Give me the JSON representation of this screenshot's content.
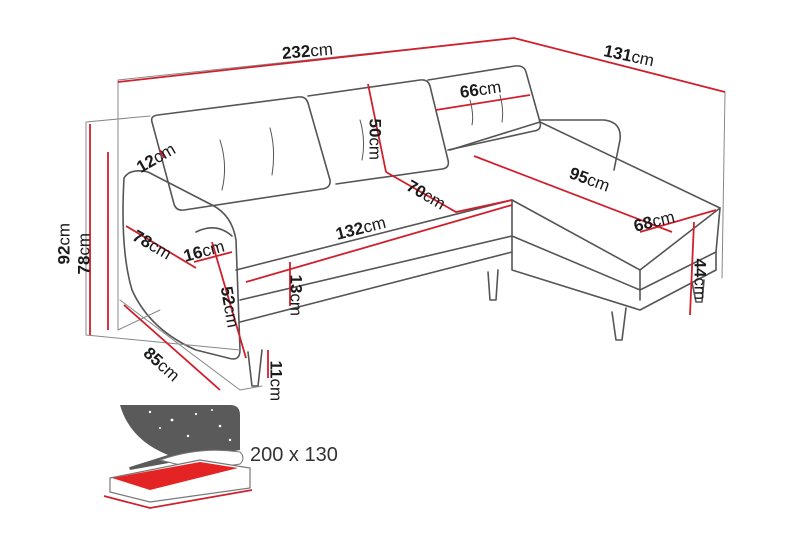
{
  "diagram": {
    "type": "product-dimension-drawing",
    "subject": "corner sofa bed",
    "unit": "cm",
    "colors": {
      "dimension_line": "#d0202e",
      "outline": "#555555",
      "text": "#1a1a1a",
      "bed_fill": "#e42424",
      "night_sky": "#5a5a5a"
    }
  },
  "dimensions": {
    "total_width": {
      "value": "232",
      "unit": "cm"
    },
    "chaise_depth": {
      "value": "131",
      "unit": "cm"
    },
    "cushion_width": {
      "value": "66",
      "unit": "cm"
    },
    "back_height": {
      "value": "50",
      "unit": "cm"
    },
    "armrest_top": {
      "value": "12",
      "unit": "cm"
    },
    "seat_depth": {
      "value": "70",
      "unit": "cm"
    },
    "chaise_length": {
      "value": "95",
      "unit": "cm"
    },
    "total_height": {
      "value": "92",
      "unit": "cm"
    },
    "back_height_2": {
      "value": "78",
      "unit": "cm"
    },
    "arm_depth": {
      "value": "78",
      "unit": "cm"
    },
    "arm_width": {
      "value": "16",
      "unit": "cm"
    },
    "seat_width": {
      "value": "132",
      "unit": "cm"
    },
    "chaise_width": {
      "value": "68",
      "unit": "cm"
    },
    "seat_thickness": {
      "value": "13",
      "unit": "cm"
    },
    "arm_height": {
      "value": "52",
      "unit": "cm"
    },
    "chaise_height": {
      "value": "44",
      "unit": "cm"
    },
    "depth": {
      "value": "85",
      "unit": "cm"
    },
    "leg_height": {
      "value": "11",
      "unit": "cm"
    }
  },
  "bed_function": {
    "icon": "bed-night-icon",
    "size_label": "200 x 130"
  }
}
